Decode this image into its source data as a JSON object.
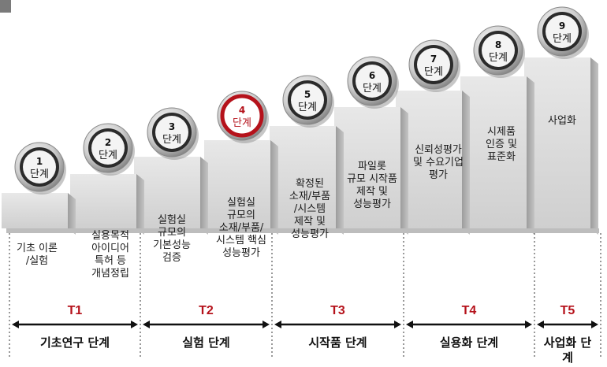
{
  "steps": [
    {
      "num": "1",
      "unit": "단계",
      "highlight": false
    },
    {
      "num": "2",
      "unit": "단계",
      "highlight": false
    },
    {
      "num": "3",
      "unit": "단계",
      "highlight": false
    },
    {
      "num": "4",
      "unit": "단계",
      "highlight": true
    },
    {
      "num": "5",
      "unit": "단계",
      "highlight": false
    },
    {
      "num": "6",
      "unit": "단계",
      "highlight": false
    },
    {
      "num": "7",
      "unit": "단계",
      "highlight": false
    },
    {
      "num": "8",
      "unit": "단계",
      "highlight": false
    },
    {
      "num": "9",
      "unit": "단계",
      "highlight": false
    }
  ],
  "descriptions": [
    {
      "lines": [
        "기초 이론",
        "/실험"
      ]
    },
    {
      "lines": [
        "실용목적",
        "아이디어",
        "특허 등",
        "개념정립"
      ]
    },
    {
      "lines": [
        "실험실",
        "규모의",
        "기본성능",
        "검증"
      ]
    },
    {
      "lines": [
        "실험실",
        "규모의",
        "소재/부품/",
        "시스템 핵심",
        "성능평가"
      ]
    },
    {
      "lines": [
        "확정된",
        "소재/부품",
        "/시스템",
        "제작 및",
        "성능평가"
      ]
    },
    {
      "lines": [
        "파일롯",
        "규모 시작품",
        "제작 및",
        "성능평가"
      ]
    },
    {
      "lines": [
        "신뢰성평가",
        "및 수요기업",
        "평가"
      ]
    },
    {
      "lines": [
        "시제품",
        "인증 및",
        "표준화"
      ]
    },
    {
      "lines": [
        "사업화"
      ]
    }
  ],
  "phases": [
    {
      "code": "T1",
      "name": "기초연구 단계"
    },
    {
      "code": "T2",
      "name": "실험 단계"
    },
    {
      "code": "T3",
      "name": "시작품 단계"
    },
    {
      "code": "T4",
      "name": "실용화 단계"
    },
    {
      "code": "T5",
      "name": "사업화 단계"
    }
  ],
  "colors": {
    "highlight": "#b5121b",
    "step_face": "#d9d9d9",
    "step_side": "#a8a8a8",
    "circle_dark": "#2b2b2b"
  }
}
